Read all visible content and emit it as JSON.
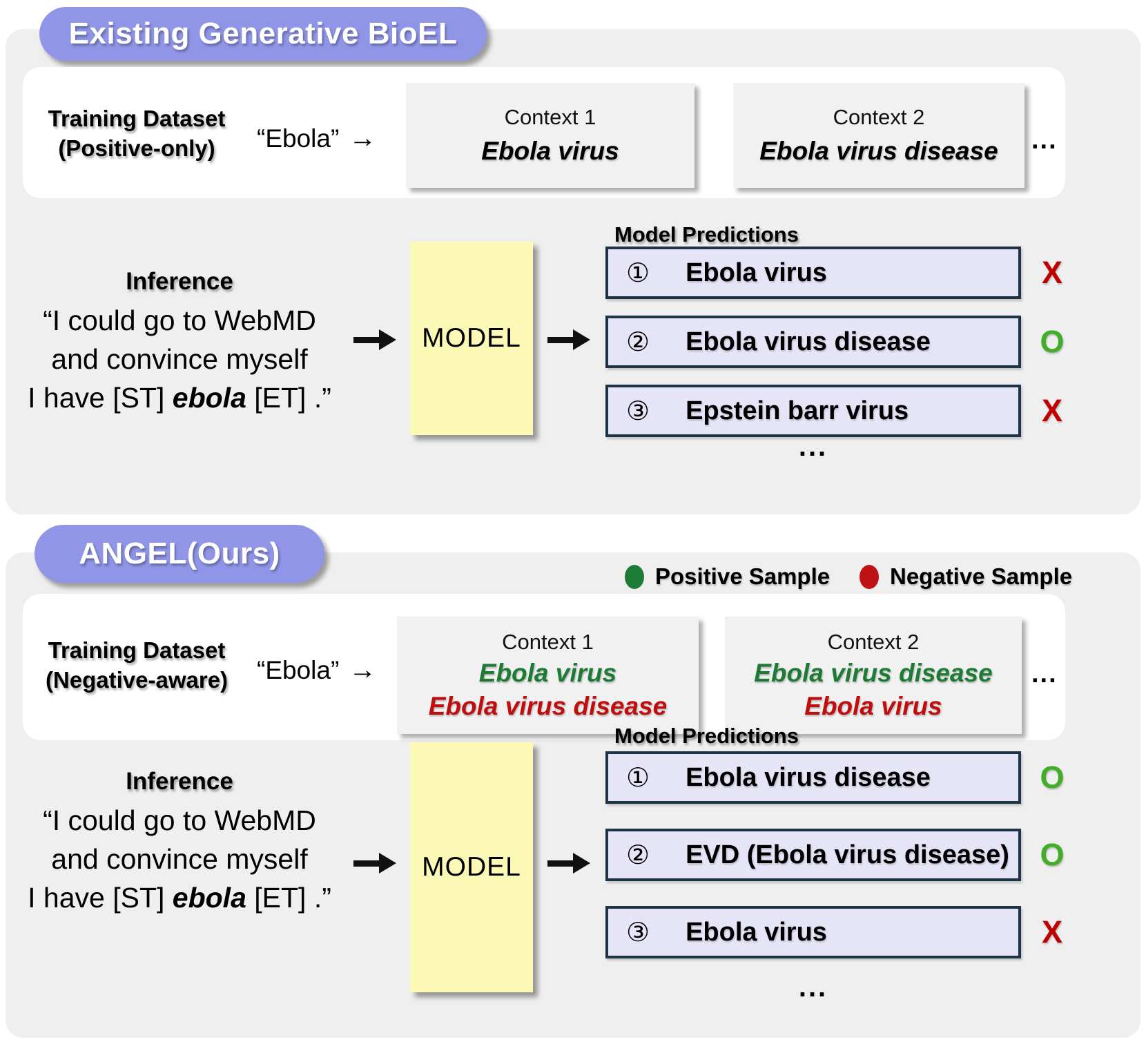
{
  "colors": {
    "panel_bg": "#efefef",
    "pill_bg": "#9095e7",
    "context_box_bg": "#f1f1f1",
    "model_box_bg": "#fcf8b6",
    "prediction_box_bg": "#e5e5f7",
    "prediction_box_border": "#1e3346",
    "positive_green": "#1e7b35",
    "negative_red": "#c00d0d",
    "correct_mark_green": "#41ad29",
    "wrong_mark_red": "#c00000"
  },
  "top_panel": {
    "title": "Existing Generative BioEL",
    "training": {
      "label_line1": "Training Dataset",
      "label_line2": "(Positive-only)",
      "mention": "“Ebola”",
      "arrow_icon": "→",
      "contexts": [
        {
          "title": "Context 1",
          "entity": "Ebola virus"
        },
        {
          "title": "Context 2",
          "entity": "Ebola virus disease"
        }
      ],
      "ellipsis": "..."
    },
    "inference": {
      "heading": "Inference",
      "line1": "“I could go to WebMD",
      "line2": "and convince myself",
      "line3_prefix": "I have [ST] ",
      "line3_mention": "ebola",
      "line3_suffix": " [ET] .”"
    },
    "model_label": "MODEL",
    "predictions": {
      "heading": "Model Predictions",
      "items": [
        {
          "number": "①",
          "label": "Ebola virus",
          "mark": "X"
        },
        {
          "number": "②",
          "label": "Ebola virus disease",
          "mark": "O"
        },
        {
          "number": "③",
          "label": "Epstein barr virus",
          "mark": "X"
        }
      ],
      "ellipsis": "..."
    }
  },
  "bottom_panel": {
    "title": "ANGEL(Ours)",
    "legend": {
      "positive_label": "Positive Sample",
      "negative_label": "Negative Sample"
    },
    "training": {
      "label_line1": "Training Dataset",
      "label_line2": "(Negative-aware)",
      "mention": "“Ebola”",
      "arrow_icon": "→",
      "contexts": [
        {
          "title": "Context 1",
          "positive_entity": "Ebola virus",
          "negative_entity": "Ebola virus disease"
        },
        {
          "title": "Context 2",
          "positive_entity": "Ebola virus disease",
          "negative_entity": "Ebola virus"
        }
      ],
      "ellipsis": "..."
    },
    "inference": {
      "heading": "Inference",
      "line1": "“I could go to WebMD",
      "line2": "and convince myself",
      "line3_prefix": "I have [ST] ",
      "line3_mention": "ebola",
      "line3_suffix": " [ET] .”"
    },
    "model_label": "MODEL",
    "predictions": {
      "heading": "Model Predictions",
      "items": [
        {
          "number": "①",
          "label": "Ebola virus disease",
          "mark": "O"
        },
        {
          "number": "②",
          "label": "EVD (Ebola virus disease)",
          "mark": "O"
        },
        {
          "number": "③",
          "label": "Ebola virus",
          "mark": "X"
        }
      ],
      "ellipsis": "..."
    }
  }
}
